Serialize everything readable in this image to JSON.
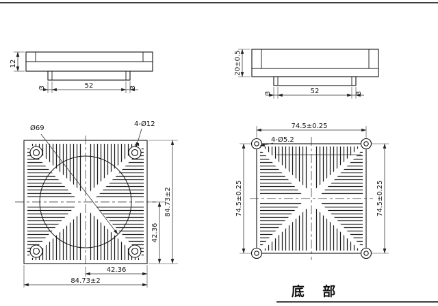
{
  "drawing": {
    "caption": "底 部",
    "side_view_a": {
      "height_dim": "12",
      "left_offset": "3",
      "base_width": "52",
      "right_offset": "3"
    },
    "side_view_b": {
      "height_dim": "20±0.5",
      "left_offset": "3",
      "base_width": "52",
      "right_offset": "3"
    },
    "face_view_a": {
      "circle_dia": "Ø69",
      "corner_holes": "4-Ø12",
      "width_dim": "84.73±2",
      "height_dim": "84.73±2",
      "half_width_dim": "42.36",
      "half_height_dim": "42.36"
    },
    "face_view_b": {
      "corner_holes": "4-Ø5.2",
      "top_dim": "74.5±0.25",
      "left_dim": "74.5±0.25",
      "right_dim": "74.5±0.25"
    },
    "colors": {
      "line": "#111111",
      "background": "#ffffff"
    }
  }
}
